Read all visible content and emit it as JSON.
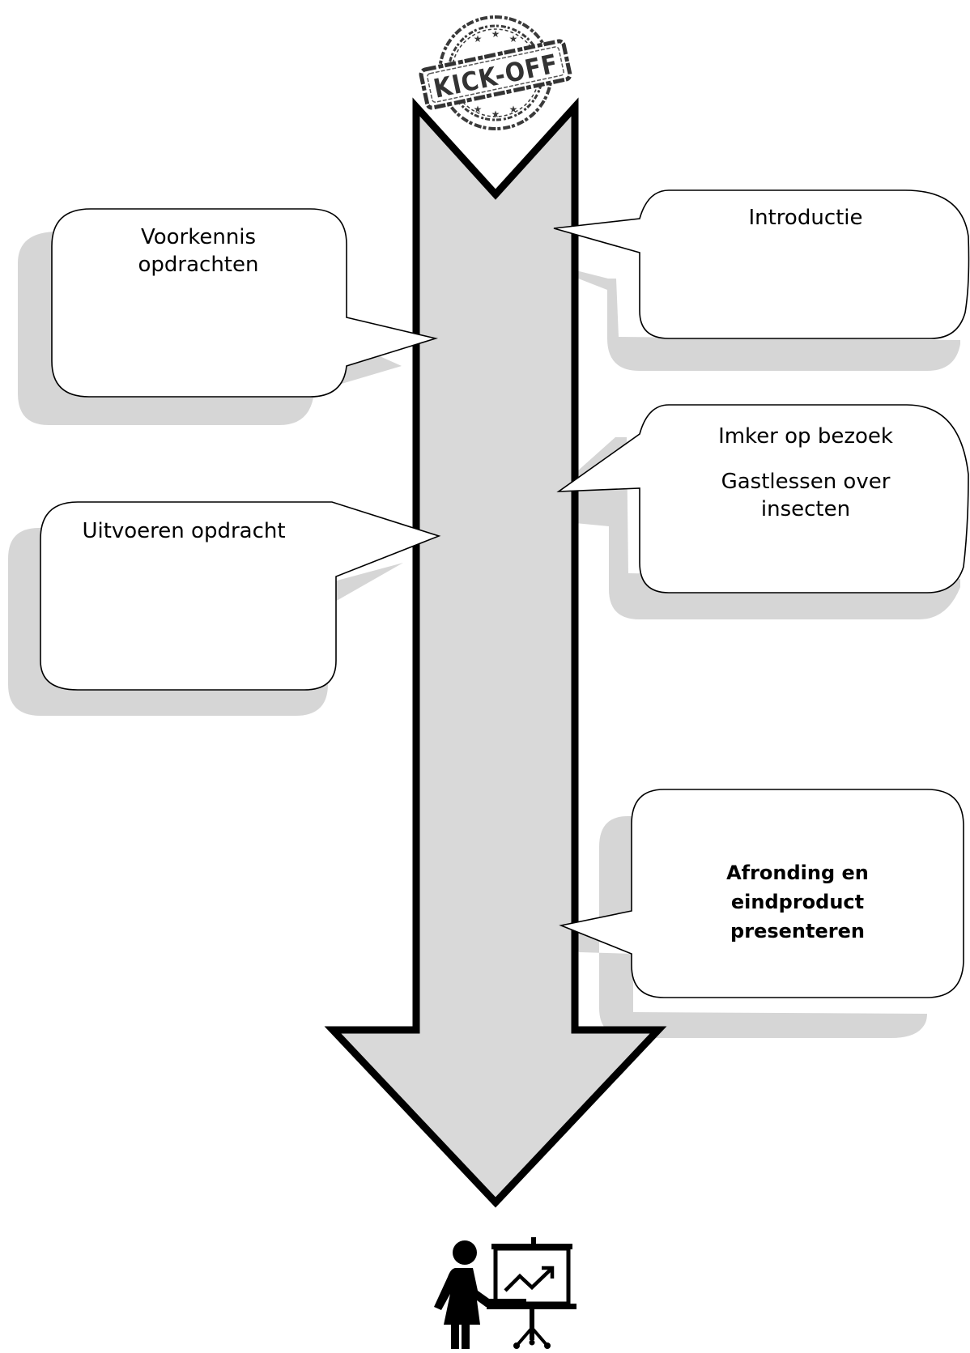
{
  "diagram": {
    "stamp": {
      "text": "KICK-OFF",
      "icon": "kick-off-stamp-icon"
    },
    "callouts": {
      "introductie": {
        "lines": [
          "Introductie"
        ]
      },
      "voorkennis": {
        "lines": [
          "Voorkennis",
          "opdrachten"
        ]
      },
      "imker": {
        "line1": "Imker op bezoek",
        "line2": "Gastlessen over",
        "line3": "insecten"
      },
      "uitvoeren": {
        "lines": [
          "Uitvoeren opdracht"
        ]
      },
      "afronding": {
        "lines": [
          "Afronding en",
          "eindproduct",
          "presenteren"
        ]
      }
    },
    "end_icon": "presenter-with-chart-icon",
    "colors": {
      "arrow_fill": "#d9d9d9",
      "shadow": "#d4d4d4",
      "outline": "#000000",
      "box_fill": "#ffffff"
    }
  }
}
